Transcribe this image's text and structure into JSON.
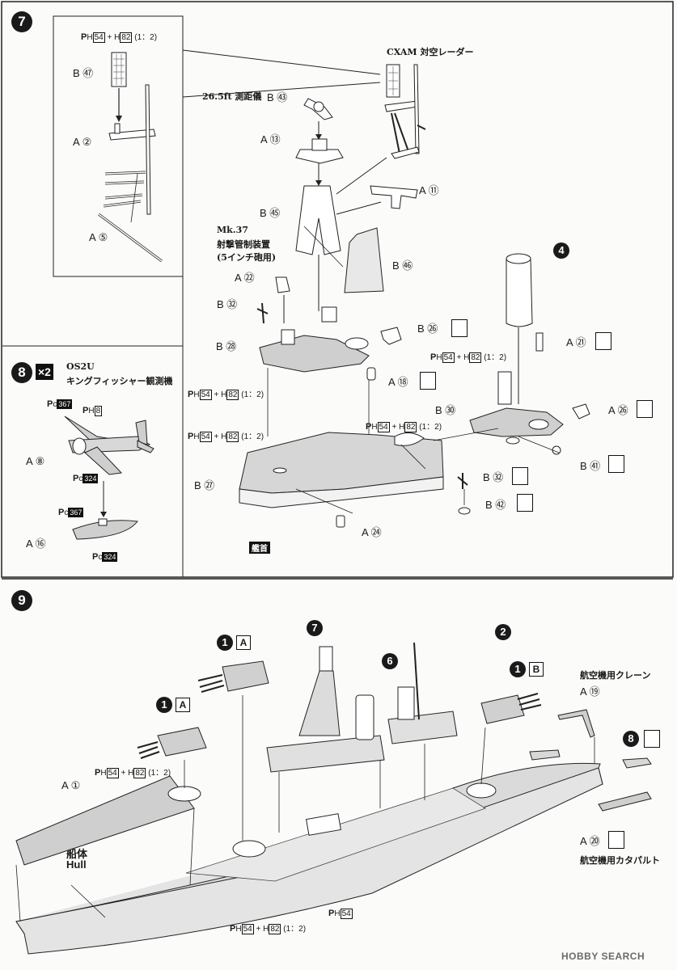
{
  "step7": {
    "number": "7",
    "paint_top": {
      "prefix": "P",
      "sub": "H",
      "code1": "54",
      "plus": "+",
      "h": "H",
      "code2": "82",
      "ratio": "(1：2)"
    },
    "parts": {
      "b47": "B ㊼",
      "a2": "A ②",
      "a5": "A ⑤",
      "b43": "B ㊸",
      "a13": "A ⑬",
      "a11": "A ⑪",
      "b45": "B ㊺",
      "b46": "B ㊻",
      "a22": "A ㉒",
      "b32": "B ㉜",
      "b28": "B ㉘",
      "b26": "B ㉖",
      "a18": "A ⑱",
      "a21": "A ㉑",
      "b30": "B ㉚",
      "a26": "A ㉖",
      "b41": "B ㊶",
      "b32b": "B ㉜",
      "b42": "B ㊷",
      "b27": "B ㉗",
      "a24": "A ㉔"
    },
    "cxam_label": "CXAM 対空レーダー",
    "rangefinder_label": "26.5ft 測距儀",
    "mk37_line1": "Mk.37",
    "mk37_line2": "射撃管制装置",
    "mk37_line3": "(5インチ砲用)",
    "sub4": "4",
    "paint_a": {
      "p": "P",
      "ph": "H",
      "c1": "54",
      "h": "H",
      "c2": "82",
      "r": "(1：2)"
    },
    "paint_b": {
      "p": "P",
      "ph": "H",
      "c1": "54",
      "h": "H",
      "c2": "82",
      "r": "(1：2)"
    },
    "paint_c": {
      "p": "P",
      "ph": "H",
      "c1": "54",
      "h": "H",
      "c2": "82",
      "r": "(1：2)"
    },
    "paint_d": {
      "p": "P",
      "ph": "H",
      "c1": "54",
      "h": "H",
      "c2": "82",
      "r": "(1：2)"
    },
    "bow_label": "艦首"
  },
  "step8": {
    "number": "8",
    "multiplier": "×2",
    "title_line1": "OS2U",
    "title_line2": "キングフィッシャー観測機",
    "pc367a": "367",
    "ph8": "8",
    "pc324a": "324",
    "pc367b": "367",
    "pc324b": "324",
    "part_a8": "A ⑧",
    "part_a16": "A ⑯"
  },
  "step9": {
    "number": "9",
    "sub1a": "1",
    "refA1": "A",
    "sub7": "7",
    "sub6": "6",
    "sub2": "2",
    "sub1b": "1",
    "refB": "B",
    "sub1c": "1",
    "refA2": "A",
    "crane_label": "航空機用クレーン",
    "a19": "A ⑲",
    "sub8": "8",
    "a1": "A ①",
    "a20": "A ⑳",
    "catapult_label": "航空機用カタパルト",
    "hull_jp": "船体",
    "hull_en": "Hull",
    "paint_top": {
      "p": "P",
      "ph": "H",
      "c1": "54",
      "h": "H",
      "c2": "82",
      "r": "(1：2)"
    },
    "paint_mid": {
      "p": "P",
      "ph": "H",
      "c1": "54"
    },
    "paint_bottom": {
      "p": "P",
      "ph": "H",
      "c1": "54",
      "h": "H",
      "c2": "82",
      "r": "(1：2)"
    }
  },
  "watermark": "HOBBY SEARCH"
}
